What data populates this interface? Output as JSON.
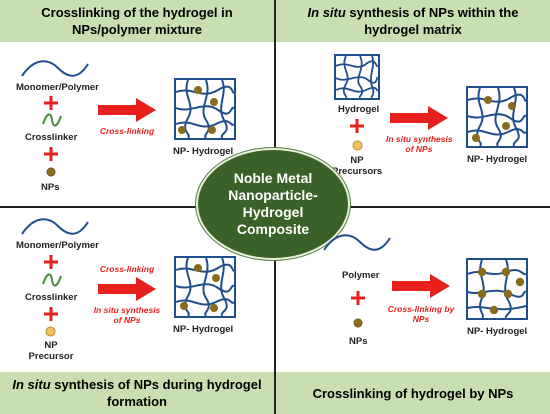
{
  "headers": {
    "q1": {
      "title": "Crosslinking of the hydrogel in NPs/polymer mixture"
    },
    "q2": {
      "italic": "In situ",
      "rest": " synthesis of NPs within the hydrogel matrix"
    },
    "q3": {
      "italic": "In situ",
      "rest": " synthesis of NPs during hydrogel formation"
    },
    "q4": {
      "title": "Crosslinking of hydrogel by NPs"
    }
  },
  "center": {
    "line1": "Noble Metal",
    "line2": "Nanoparticle-",
    "line3": "Hydrogel",
    "line4": "Composite"
  },
  "q1": {
    "monomer": "Monomer/Polymer",
    "crosslinker": "Crosslinker",
    "nps": "NPs",
    "arrow_label": "Cross-linking",
    "product": "NP- Hydrogel"
  },
  "q2": {
    "hydrogel": "Hydrogel",
    "precursor_line1": "NP",
    "precursor_line2": "Precursors",
    "arrow_line1": "In situ synthesis",
    "arrow_line2": "of NPs",
    "product": "NP- Hydrogel"
  },
  "q3": {
    "monomer": "Monomer/Polymer",
    "crosslinker": "Crosslinker",
    "precursor_line1": "NP",
    "precursor_line2": "Precursor",
    "arrow_top": "Cross-linking",
    "arrow_bottom1": "In situ synthesis",
    "arrow_bottom2": "of NPs",
    "product": "NP- Hydrogel"
  },
  "q4": {
    "polymer": "Polymer",
    "nps": "NPs",
    "arrow_line1": "Cross-linking by",
    "arrow_line2": "NPs",
    "product": "NP- Hydrogel"
  },
  "colors": {
    "header_bg": "#c9dfb2",
    "center_bg": "#3a6127",
    "arrow": "#e8201d",
    "plus": "#e8201d",
    "polymer_wave": "#1f4e8c",
    "crosslinker_wave": "#4f8a3c",
    "np_dark": "#8a6a1c",
    "np_precursor": "#f0c060"
  }
}
